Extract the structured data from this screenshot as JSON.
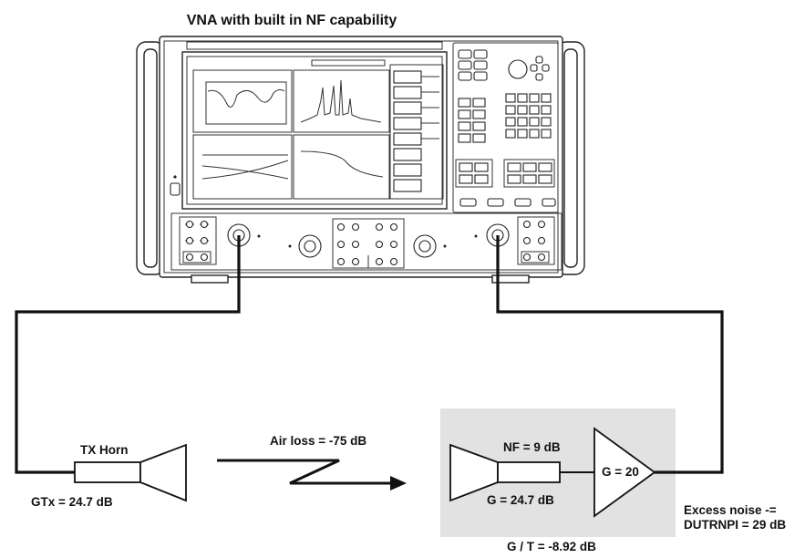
{
  "title": "VNA with built in NF capability",
  "tx": {
    "label": "TX Horn",
    "gain_label": "GTx = 24.7 dB"
  },
  "air_loss": "Air loss = -75 dB",
  "rx": {
    "nf_label": "NF = 9 dB",
    "gain_label": "G = 24.7 dB",
    "amp_label": "G = 20",
    "gt_label": "G / T = -8.92 dB"
  },
  "excess_noise": {
    "line1": "Excess noise -=",
    "line2": "DUTRNPI = 29 dB"
  },
  "colors": {
    "dut_box": "#e2e2e2",
    "line": "#111111"
  },
  "icons": [
    "vna-instrument-icon",
    "horn-antenna-icon",
    "amplifier-icon",
    "lightning-arrow-icon"
  ]
}
